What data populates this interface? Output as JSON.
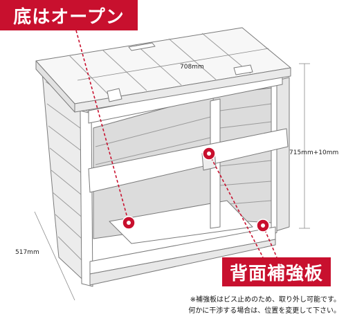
{
  "callouts": {
    "bottom_open": "底はオープン",
    "back_brace": "背面補強板"
  },
  "dimensions": {
    "width": "708mm",
    "height": "715mm+10mm",
    "depth": "517mm"
  },
  "notes": [
    "※補強板はビス止めのため、取り外し可能です。",
    "何かに干渉する場合は、位置を変更して下さい。"
  ],
  "colors": {
    "accent_red": "#c8102e",
    "wood_white": "#f4f4f4",
    "outline_gray": "#7a7a7a"
  }
}
